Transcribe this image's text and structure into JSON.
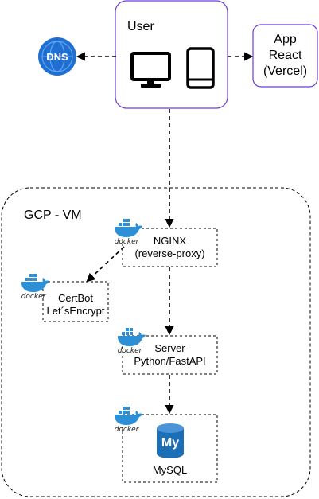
{
  "user": {
    "label": "User"
  },
  "app": {
    "label": "App\nReact\n(Vercel)"
  },
  "dns": {
    "label": "DNS"
  },
  "gcp": {
    "label": "GCP - VM"
  },
  "nginx": {
    "label": "NGINX\n(reverse-proxy)",
    "badge": "docker"
  },
  "certbot": {
    "label": "CertBot\nLet´sEncrypt",
    "badge": "docker"
  },
  "server": {
    "label": "Server\nPython/FastAPI",
    "badge": "docker"
  },
  "mysql": {
    "label": "MySQL",
    "logo": "My",
    "badge": "docker"
  },
  "colors": {
    "user_border": "#6a3cd6",
    "dns_blue": "#1f6fd1",
    "docker_blue": "#2d8fd5",
    "mysql_blue": "#1b6fb6"
  }
}
